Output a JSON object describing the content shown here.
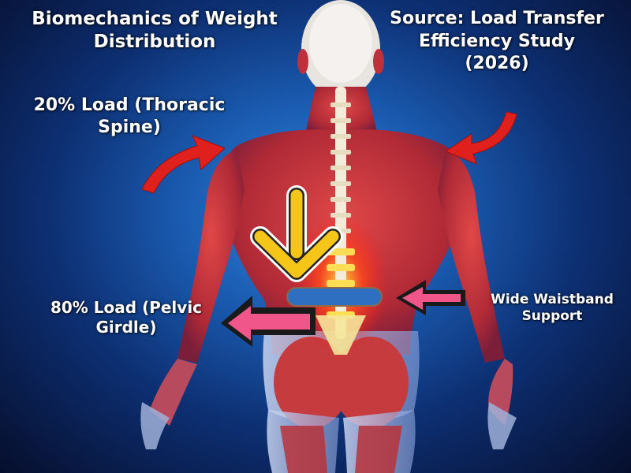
{
  "title": {
    "line1": "Biomechanics of Weight",
    "line2": "Distribution"
  },
  "source": {
    "line1": "Source: Load Transfer",
    "line2": "Efficiency Study",
    "line3": "(2026)"
  },
  "annotations": {
    "thoracic": {
      "line1": "20% Load (Thoracic",
      "line2": "Spine)",
      "percent": 20,
      "arrow_color": "#e0201c"
    },
    "pelvic": {
      "line1": "80% Load (Pelvic",
      "line2": "Girdle)",
      "percent": 80,
      "arrow_color": "#f0568a"
    },
    "waistband": {
      "line1": "Wide Waistband",
      "line2": "Support",
      "arrow_color": "#f0568a",
      "band_color": "#2f6fc2"
    },
    "downward_arrow_color": "#f5c518"
  },
  "colors": {
    "background_center": "#2f86e0",
    "background_edge": "#060e2c",
    "muscle": "#c8373a",
    "highlight_spine": "#ff3a1a",
    "text": "#ffffff"
  }
}
